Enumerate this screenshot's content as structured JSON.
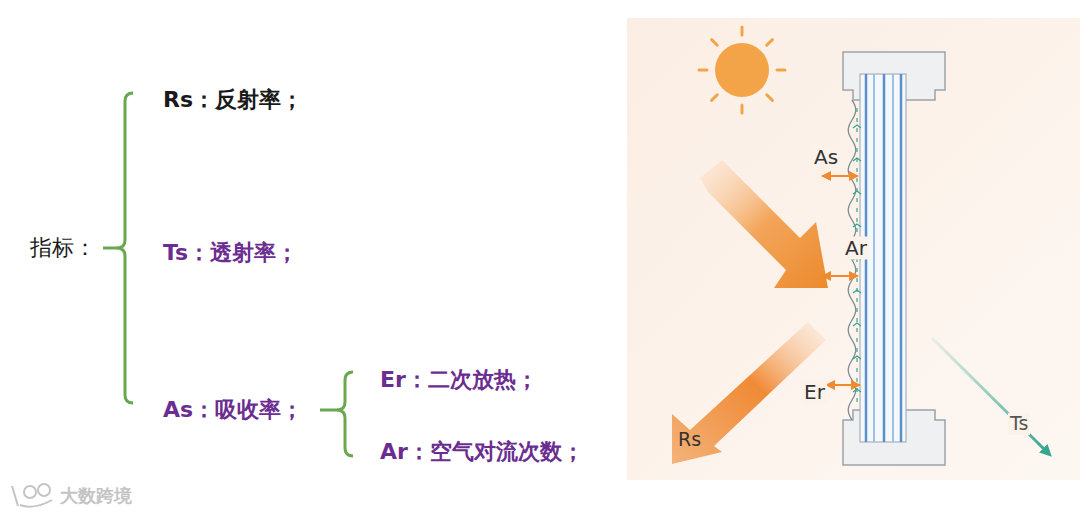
{
  "diagram": {
    "labels": [
      "指标：",
      "Rs：反射率；",
      "Ts：透射率；",
      "As：吸收率；",
      "Er：二次放热；",
      "Ar：空气对流次数；",
      "As",
      "Ar",
      "Er",
      "Rs",
      "Ts",
      "大数跨境"
    ]
  }
}
